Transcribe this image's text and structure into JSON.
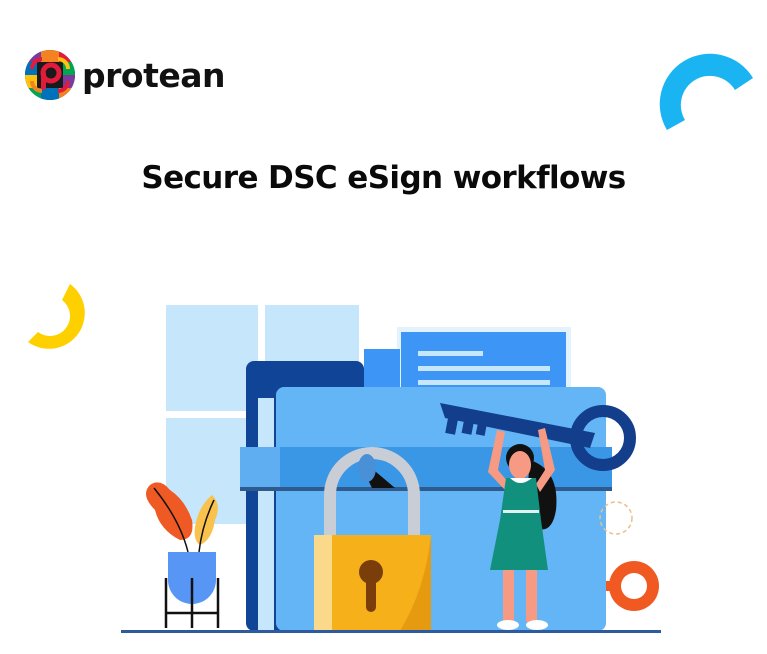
{
  "brand": {
    "name": "protean",
    "logo_icon": "protean-globe-logo-icon"
  },
  "headline": "Secure DSC eSign workflows",
  "decorations": {
    "top_right_arc_color": "#1BB4F2",
    "left_arc_color": "#FFD000"
  },
  "illustration": {
    "description": "Woman holding a large key beside a padlocked blue folder with documents, potted plant and gears",
    "elements": [
      "window-panes",
      "document-sheets",
      "folder",
      "padlock",
      "key",
      "woman",
      "potted-plant",
      "gears",
      "floor-line"
    ],
    "colors": {
      "folder": "#64B5F6",
      "folder_back": "#0F4496",
      "strap": "#3A97E6",
      "padlock": "#F6B01A",
      "keyhole": "#7A3E0A",
      "key": "#123E8C",
      "dress": "#12907E",
      "skin": "#F79A84",
      "leaf_orange": "#EF5A24",
      "leaf_yellow": "#F8C24C",
      "pot": "#5796F4",
      "gear": "#F05A22",
      "window": "#C5E6FB",
      "floor": "#2E5A9E"
    }
  }
}
